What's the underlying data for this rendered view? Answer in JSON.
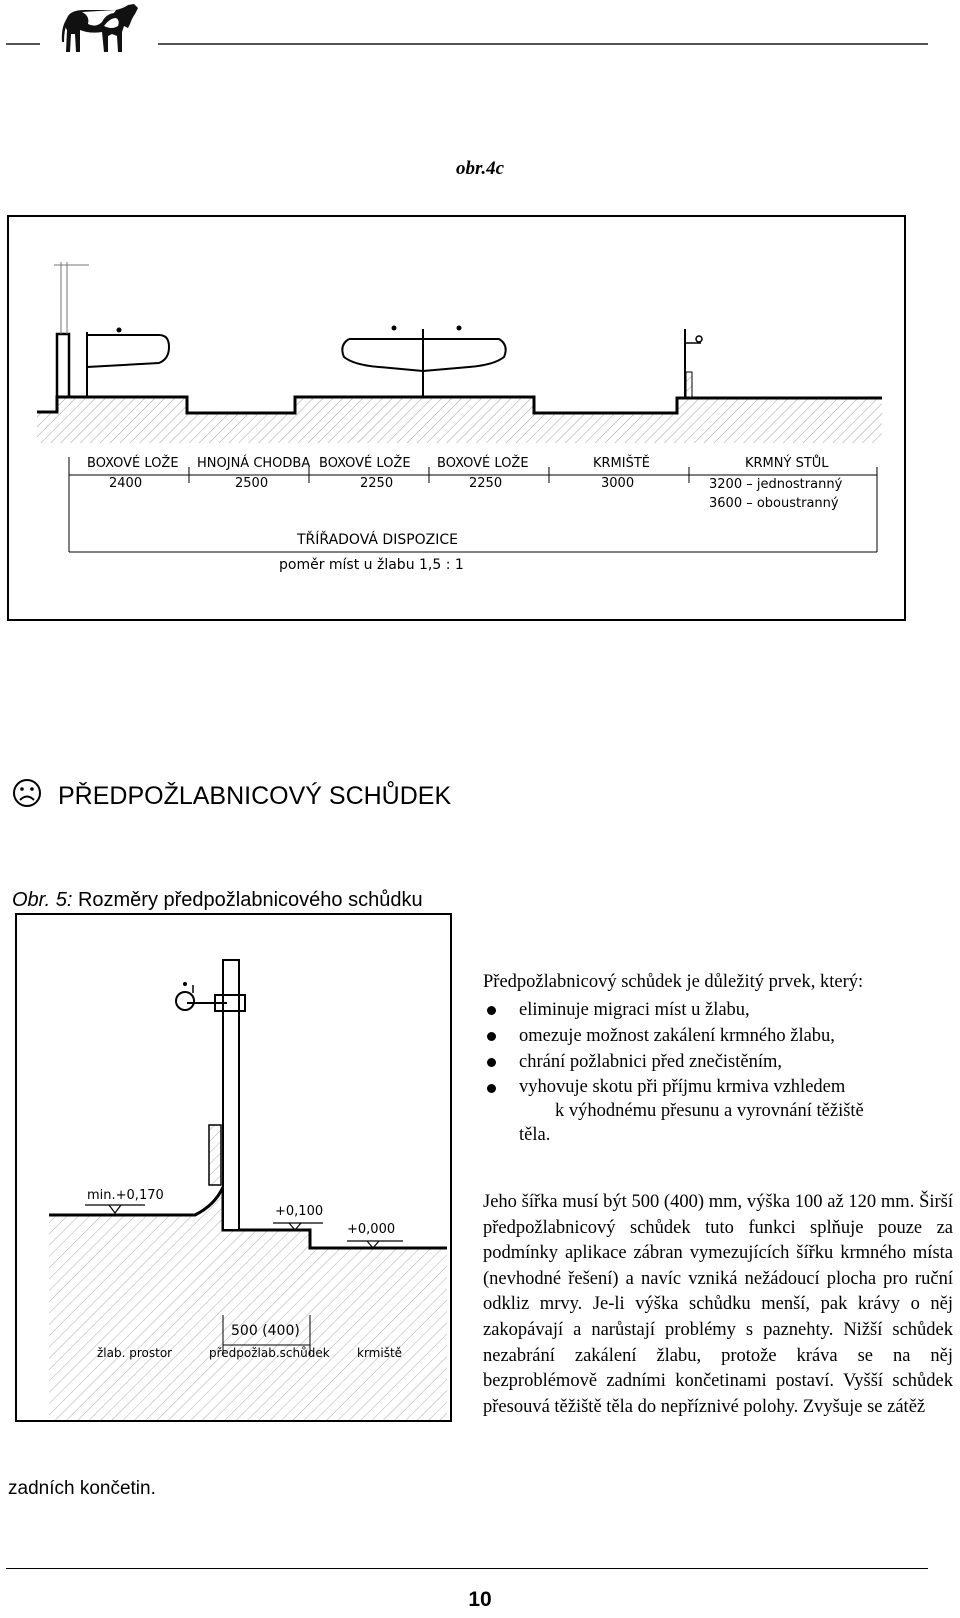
{
  "header": {
    "logo_icon": "cow-icon"
  },
  "figure4": {
    "label": "obr.4c",
    "zones": [
      {
        "name": "BOXOVÉ LOŽE",
        "size": "2400"
      },
      {
        "name": "HNOJNÁ CHODBA",
        "size": "2500"
      },
      {
        "name": "BOXOVÉ LOŽE",
        "size": "2250"
      },
      {
        "name": "BOXOVÉ LOŽE",
        "size": "2250"
      },
      {
        "name": "KRMIŠTĚ",
        "size": "3000"
      },
      {
        "name": "KRMNÝ STŮL",
        "size": ""
      }
    ],
    "table_sizes": [
      "3200 – jednostranný",
      "3600 – oboustranný"
    ],
    "disposition_title": "TŘÍŘADOVÁ DISPOZICE",
    "disposition_ratio": "poměr míst u žlabu 1,5 : 1"
  },
  "section": {
    "icon": "frown-face-icon",
    "title": "PŘEDPOŽLABNICOVÝ SCHŮDEK"
  },
  "caption": {
    "prefix": "Obr. 5:",
    "title": "Rozměry předpožlabnicového schůdku"
  },
  "figure5": {
    "level_left": "min.+0,170",
    "level_mid": "+0,100",
    "level_right": "+0,000",
    "width_dim": "500 (400)",
    "label_trough": "žlab. prostor",
    "label_step": "předpožlab.schůdek",
    "label_feed": "krmiště"
  },
  "text": {
    "intro": "Předpožlabnicový schůdek je důležitý prvek, který:",
    "bullets": [
      "eliminuje migraci míst u žlabu,",
      "omezuje možnost zakálení krmného žlabu,",
      "chrání požlabnici před znečistěním,"
    ],
    "bullet4_line1": "vyhovuje skotu při příjmu krmiva vzhledem",
    "bullet4_line2": "k výhodnému přesunu a vyrovnání těžiště",
    "bullet4_line3": "těla.",
    "paragraph": "Jeho šířka musí být 500 (400) mm, výška 100 až 120 mm. Širší předpožlabnicový schůdek tuto funkci splňuje pouze za podmínky aplikace zábran vymezujících šířku krmného místa (nevhodné řešení) a navíc vzniká nežádoucí plocha pro ruční odkliz mrvy. Je-li výška schůdku menší, pak krávy o něj zakopávají a narůstají problémy s paznehty. Nižší schůdek nezabrání zakálení žlabu, protože kráva se na něj bezproblémově zadními končetinami postaví. Vyšší schůdek přesouvá těžiště těla do nepříznivé polohy. Zvyšuje se zátěž",
    "tail": "zadních končetin."
  },
  "page_number": "10"
}
